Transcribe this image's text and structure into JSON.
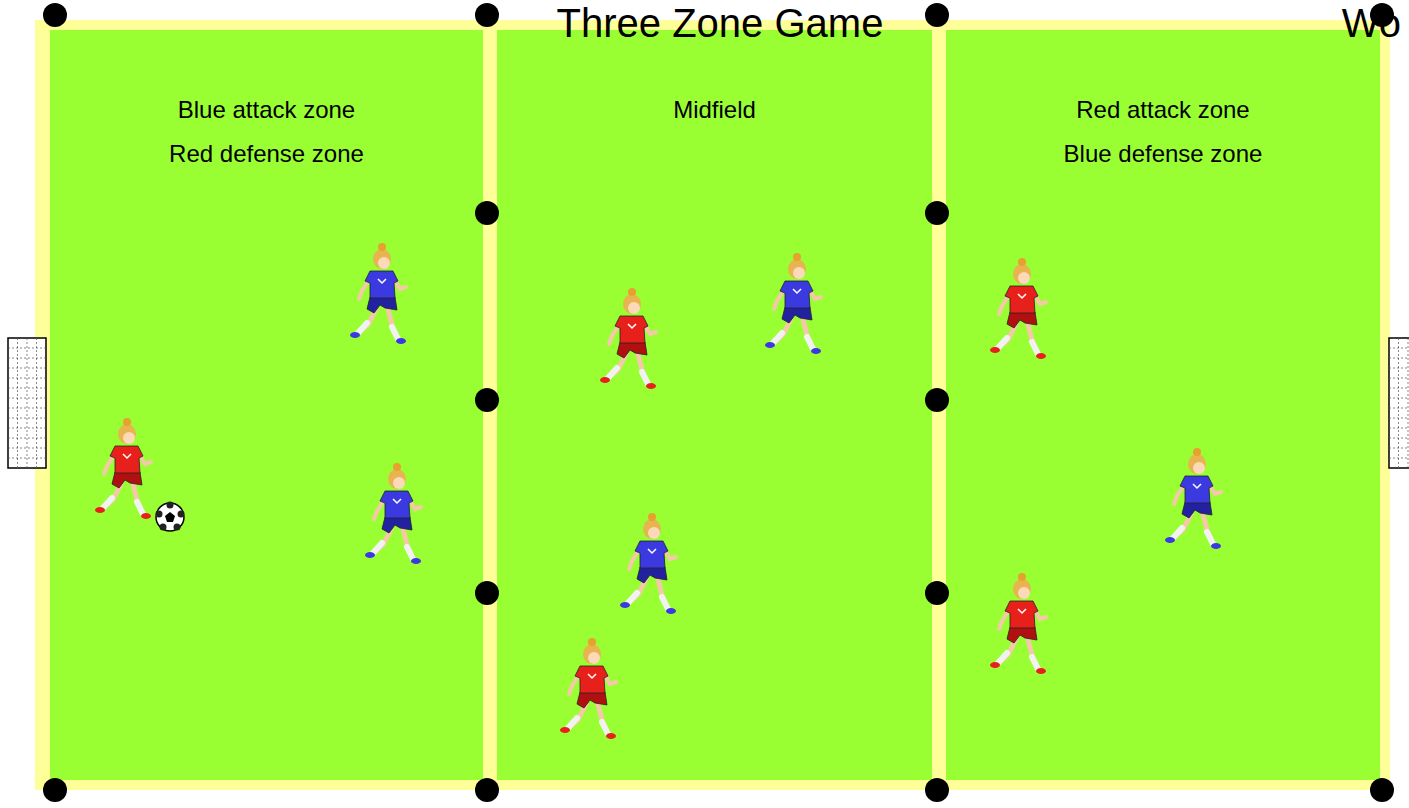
{
  "diagram": {
    "title": "Three Zone Game",
    "nodes": [
      {
        "text": [
          "Blue attack zone",
          "Red defense zone"
        ]
      },
      {
        "text": [
          "Midfield"
        ]
      },
      {
        "text": [
          "Red attack zone",
          "Blue defense zone"
        ]
      }
    ],
    "labels": [
      "Wo"
    ]
  }
}
